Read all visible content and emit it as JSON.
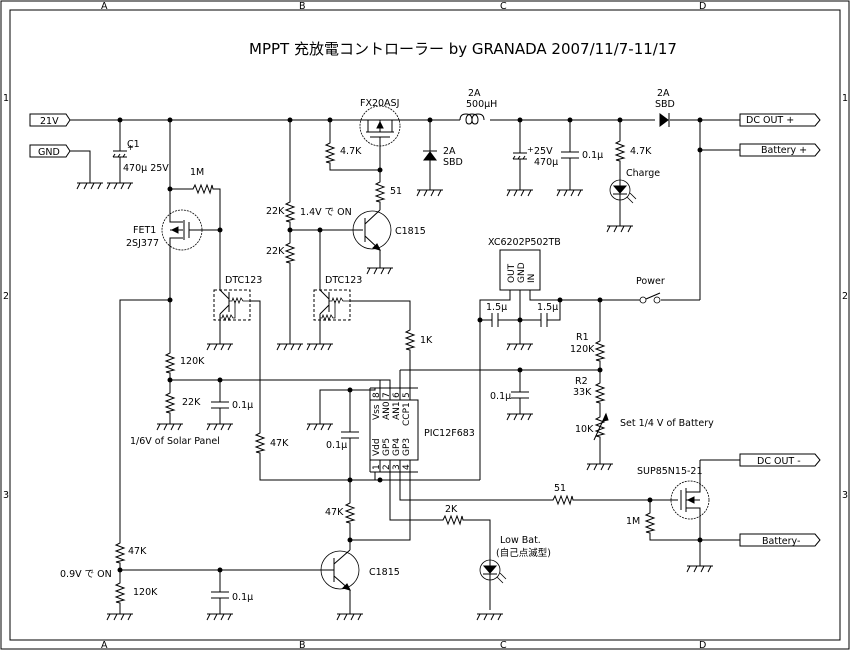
{
  "title": "MPPT 充放電コントローラー by GRANADA 2007/11/7-11/17",
  "frame": {
    "columns": [
      "A",
      "B",
      "C",
      "D"
    ],
    "rows": [
      "1",
      "2",
      "3"
    ]
  },
  "ports": {
    "in_21v": "21V",
    "gnd": "GND",
    "dc_out_plus": "DC OUT +",
    "battery_plus": "Battery +",
    "dc_out_minus": "DC OUT -",
    "battery_minus": "Battery-"
  },
  "components": {
    "c1_ref": "C1",
    "c1_value": "470μ 25V",
    "r_1m_gate": "1M",
    "fet1_ref": "FET1",
    "fet1_part": "2SJ377",
    "fx20_part": "FX20ASJ",
    "r_4k7_gate": "4.7K",
    "r_51_base": "51",
    "r_22k_top": "22K",
    "r_22k_bottom": "22K",
    "note_14v": "1.4V で ON",
    "q_c1815_top": "C1815",
    "sbd1_current": "2A",
    "sbd1_type": "SBD",
    "inductor_current": "2A",
    "inductor_value": "500μH",
    "c_out_voltage": "25V",
    "c_out_value": "470μ",
    "c_out_small": "0.1μ",
    "r_charge": "4.7K",
    "led_charge": "Charge",
    "sbd2_current": "2A",
    "sbd2_type": "SBD",
    "dtc1": "DTC123",
    "dtc2": "DTC123",
    "reg_part": "XC6202P502TB",
    "reg_pin_out": "OUT",
    "reg_pin_gnd": "GND",
    "reg_pin_in": "IN",
    "c_reg_1": "1.5μ",
    "c_reg_2": "1.5μ",
    "switch_power": "Power",
    "r1_ref": "R1",
    "r1_value": "120K",
    "r2_ref": "R2",
    "r2_value": "33K",
    "vr_value": "10K",
    "note_battery": "Set 1/4 V of Battery",
    "r_1k": "1K",
    "r_120k_solar": "120K",
    "r_22k_solar": "22K",
    "c_solar": "0.1μ",
    "note_solar": "1/6V of Solar Panel",
    "r_47k_dtc": "47K",
    "c_mcu": "0.1μ",
    "c_vdiv": "0.1μ",
    "mcu_part": "PIC12F683",
    "mcu_pins_top": [
      "Vss",
      "AN0",
      "AN1",
      "CCP1"
    ],
    "mcu_pins_bottom": [
      "Vdd",
      "GP5",
      "GP4",
      "GP3"
    ],
    "mcu_pin_nums_top": [
      "8",
      "7",
      "6",
      "5"
    ],
    "mcu_pin_nums_bottom": [
      "1",
      "2",
      "3",
      "4"
    ],
    "r_51_gate": "51",
    "sup_part": "SUP85N15-21",
    "r_1m_sup": "1M",
    "r_2k_led": "2K",
    "led_lowbat": "Low Bat.",
    "led_lowbat_note": "(自己点滅型)",
    "r_47k_bottom": "47K",
    "r_47k_left": "47K",
    "note_09v": "0.9V で ON",
    "r_120k_left": "120K",
    "c_bottom": "0.1μ",
    "q_c1815_bottom": "C1815"
  }
}
